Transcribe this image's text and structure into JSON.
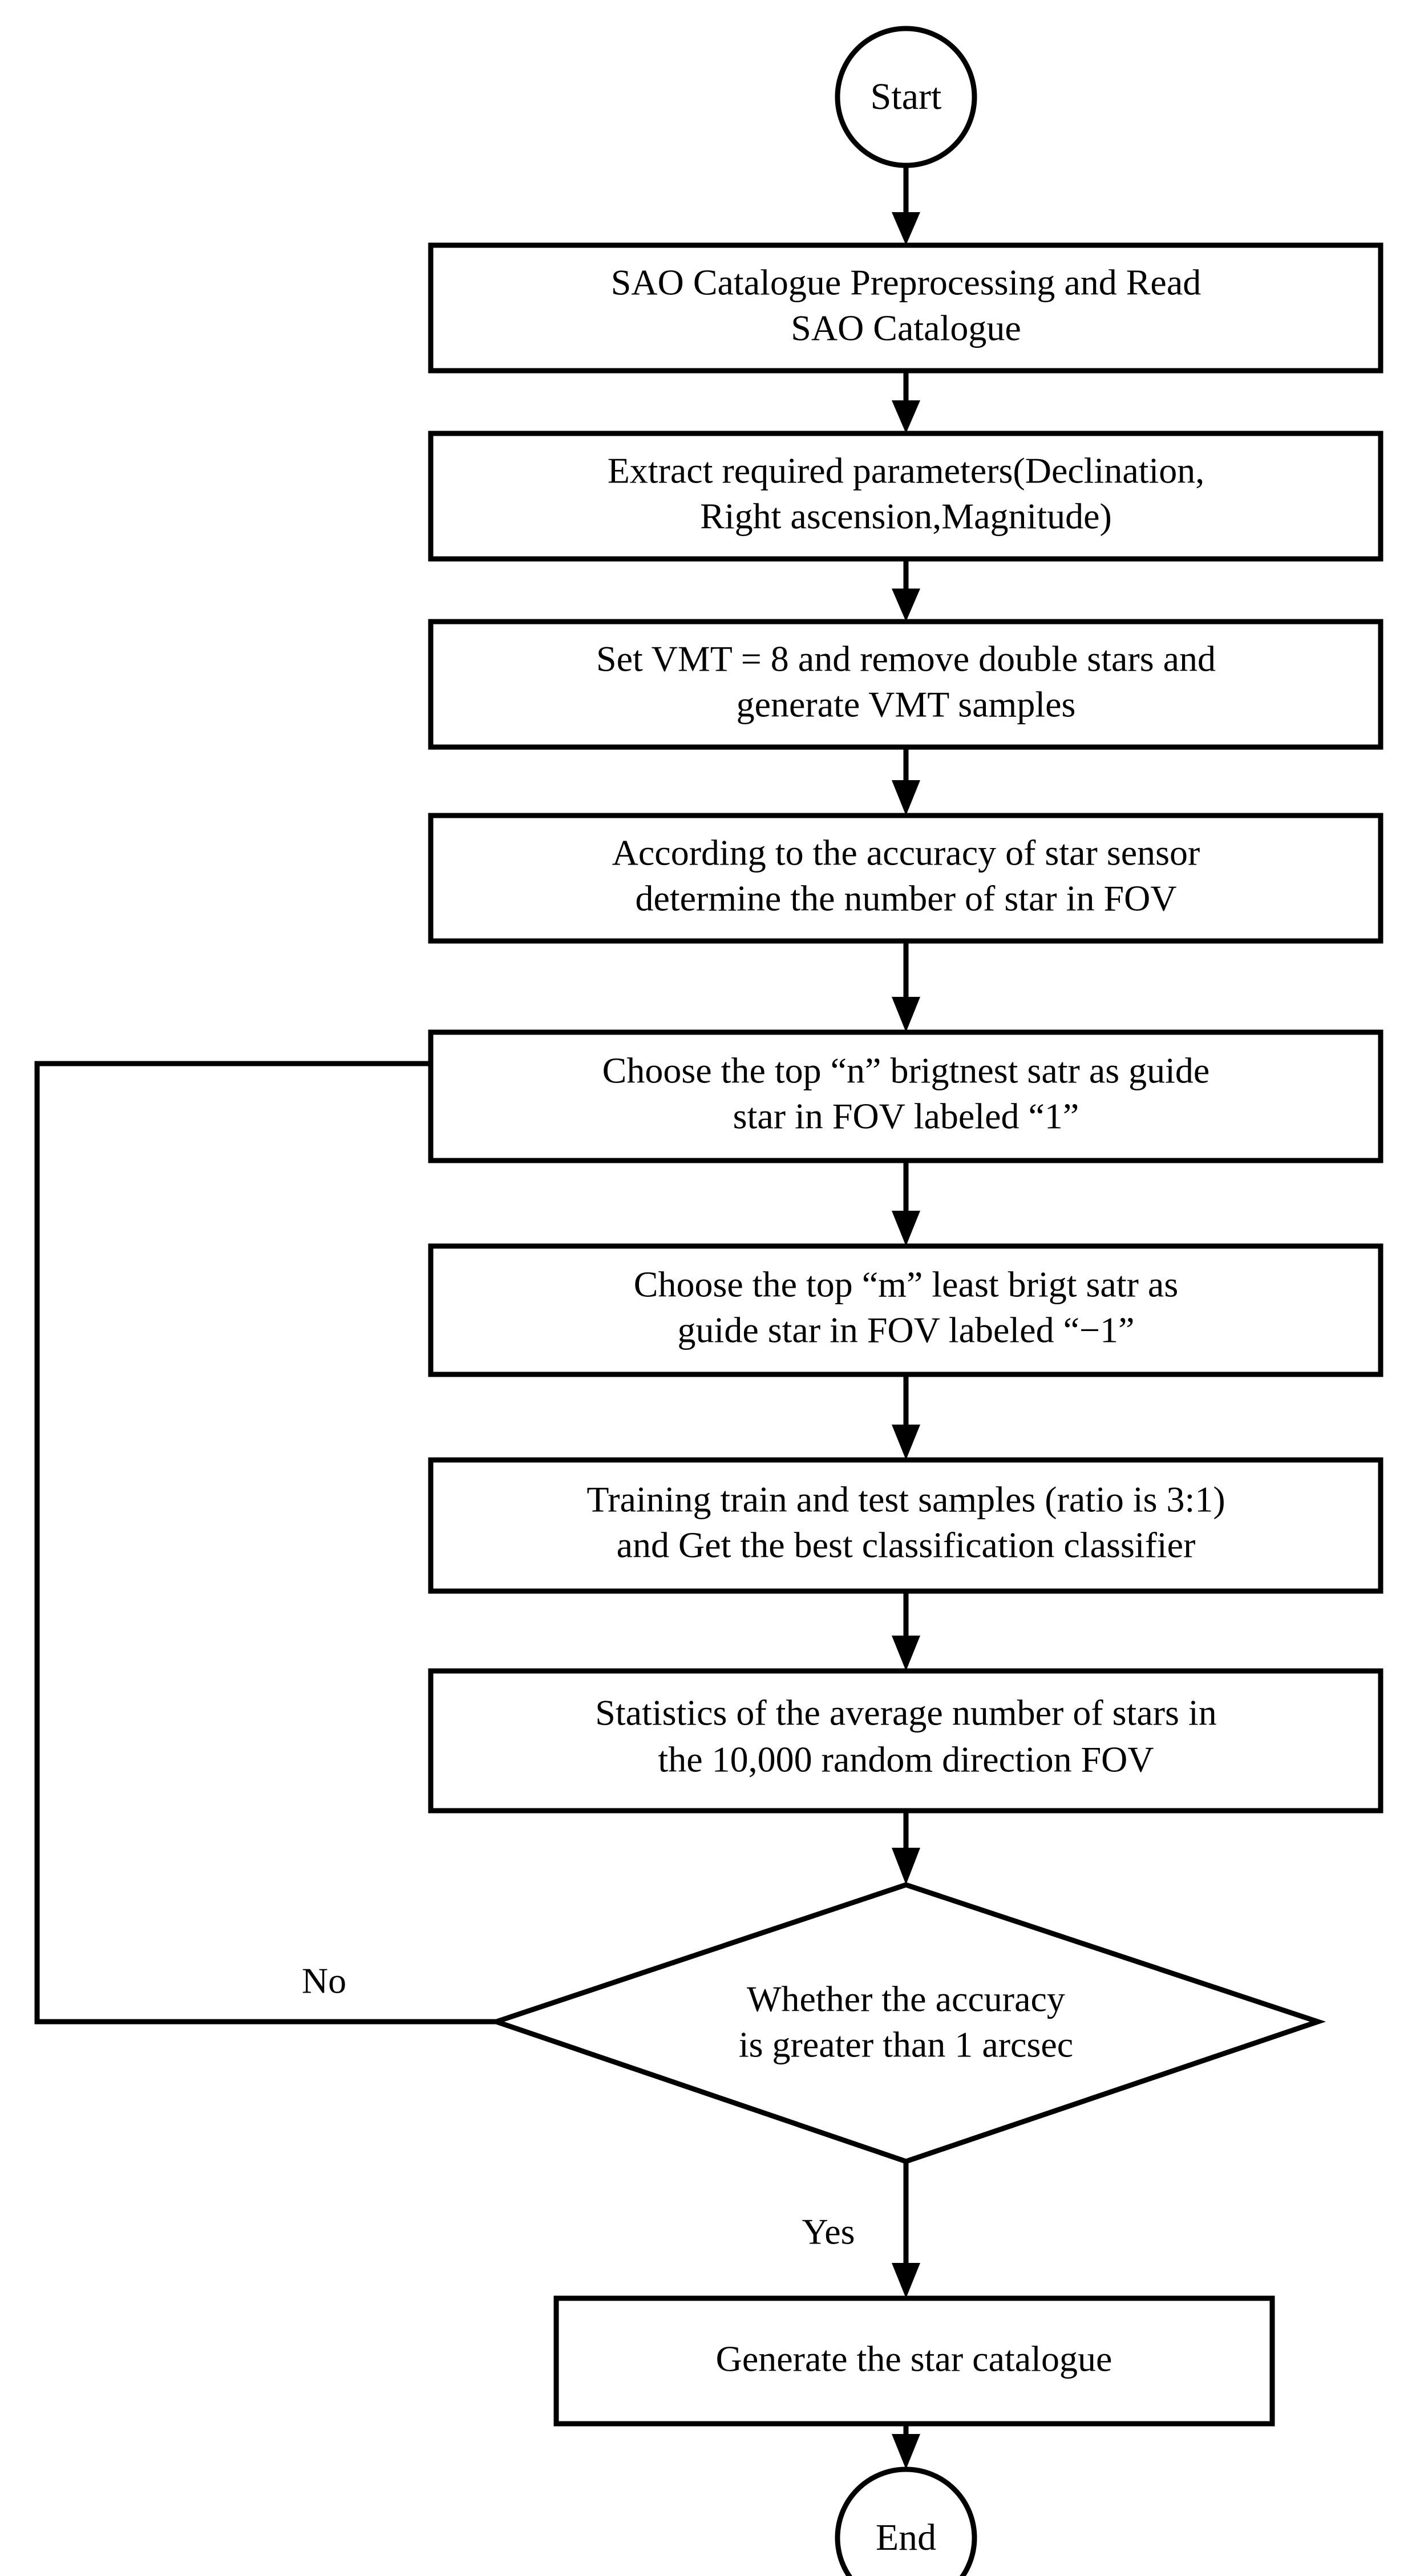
{
  "diagram": {
    "title": "Star catalogue generation flowchart",
    "colors": {
      "stroke": "#000000",
      "fill": "#ffffff",
      "text": "#000000"
    },
    "nodes": {
      "start": {
        "label": "Start",
        "shape": "circle"
      },
      "step1": {
        "line1": "SAO Catalogue Preprocessing and Read",
        "line2": "SAO Catalogue",
        "shape": "process"
      },
      "step2": {
        "line1": "Extract required parameters(Declination,",
        "line2": "Right ascension,Magnitude)",
        "shape": "process"
      },
      "step3": {
        "line1": "Set VMT = 8 and remove double stars and",
        "line2": "generate VMT samples",
        "shape": "process"
      },
      "step4": {
        "line1": "According to the accuracy of star sensor",
        "line2": "determine the number of star in FOV",
        "shape": "process"
      },
      "step5": {
        "line1": "Choose the top “n” brigtnest satr as guide",
        "line2": "star in FOV labeled “1”",
        "shape": "process"
      },
      "step6": {
        "line1": "Choose the top “m” least brigt satr as",
        "line2": "guide star in FOV labeled “−1”",
        "shape": "process"
      },
      "step7": {
        "line1": "Training train and test samples (ratio is 3:1)",
        "line2": "and Get the best classification classifier",
        "shape": "process"
      },
      "step8": {
        "line1": "Statistics of the average number of stars in",
        "line2": "the 10,000 random direction FOV",
        "shape": "process"
      },
      "decision": {
        "line1": "Whether the accuracy",
        "line2": "is greater than 1 arcsec",
        "shape": "diamond"
      },
      "step9": {
        "line1": "Generate the star catalogue",
        "shape": "process"
      },
      "end": {
        "label": "End",
        "shape": "circle"
      }
    },
    "edge_labels": {
      "no": "No",
      "yes": "Yes"
    }
  }
}
